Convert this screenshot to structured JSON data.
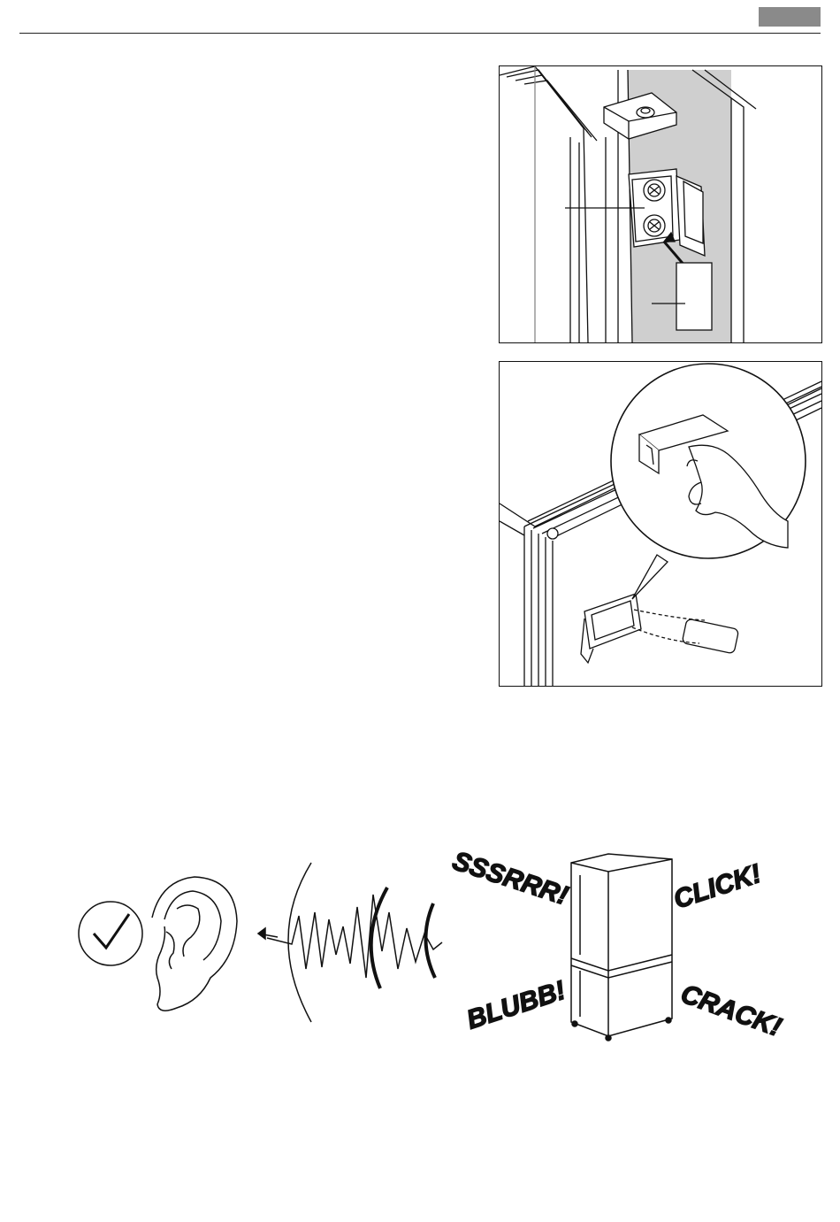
{
  "header": {
    "tab_color": "#8a8a8a"
  },
  "illustrations": [
    {
      "id": "hinge-screws-cover",
      "icons": [
        "door-frame-icon",
        "hinge-bracket-icon",
        "screw-icon",
        "cover-plate-icon"
      ]
    },
    {
      "id": "handle-cover-removal",
      "icons": [
        "door-corner-icon",
        "magnifier-callout-icon",
        "hand-icon",
        "handle-cover-icon"
      ]
    },
    {
      "id": "normal-operating-sounds",
      "icons": [
        "checkmark-icon",
        "ear-icon",
        "sound-wave-icon",
        "fridge-icon"
      ]
    }
  ],
  "sounds": {
    "top_left": "SSSRRR!",
    "top_right": "CLICK!",
    "bottom_left": "BLUBB!",
    "bottom_right": "CRACK!"
  }
}
